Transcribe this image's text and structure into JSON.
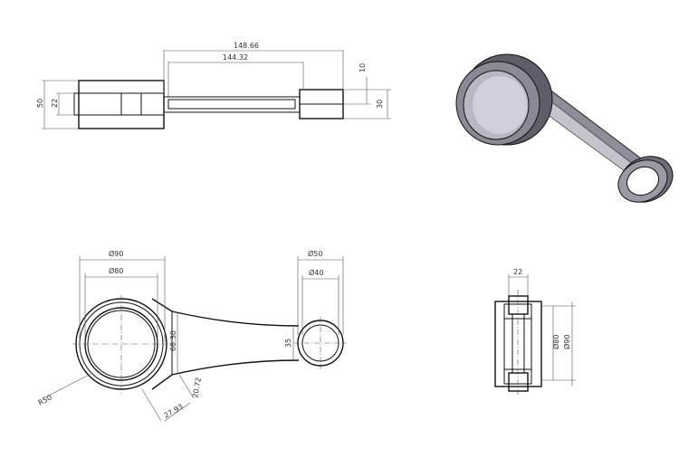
{
  "drawing": {
    "top_view": {
      "dim_overall_length": "148.66",
      "dim_center_length": "144.32",
      "dim_big_end_width": "50",
      "dim_big_end_inner": "22",
      "dim_small_end_offset": "10",
      "dim_small_end_width": "30"
    },
    "front_view": {
      "dim_big_bore_outer": "Ø90",
      "dim_big_bore_inner": "Ø80",
      "dim_small_bore_outer": "Ø50",
      "dim_small_bore_inner": "Ø40",
      "dim_shank_width": "68.30",
      "dim_neck_width": "35",
      "dim_fillet_radius": "R50",
      "dim_chamfer_a": "27.93",
      "dim_chamfer_b": "20.72"
    },
    "side_view": {
      "dim_width": "22",
      "dim_bore_inner": "Ø80",
      "dim_bore_outer": "Ø90"
    },
    "colors": {
      "line": "#111111",
      "dimension": "#555555",
      "iso_light": "#b8b8c4",
      "iso_dark": "#6e6e78"
    }
  }
}
